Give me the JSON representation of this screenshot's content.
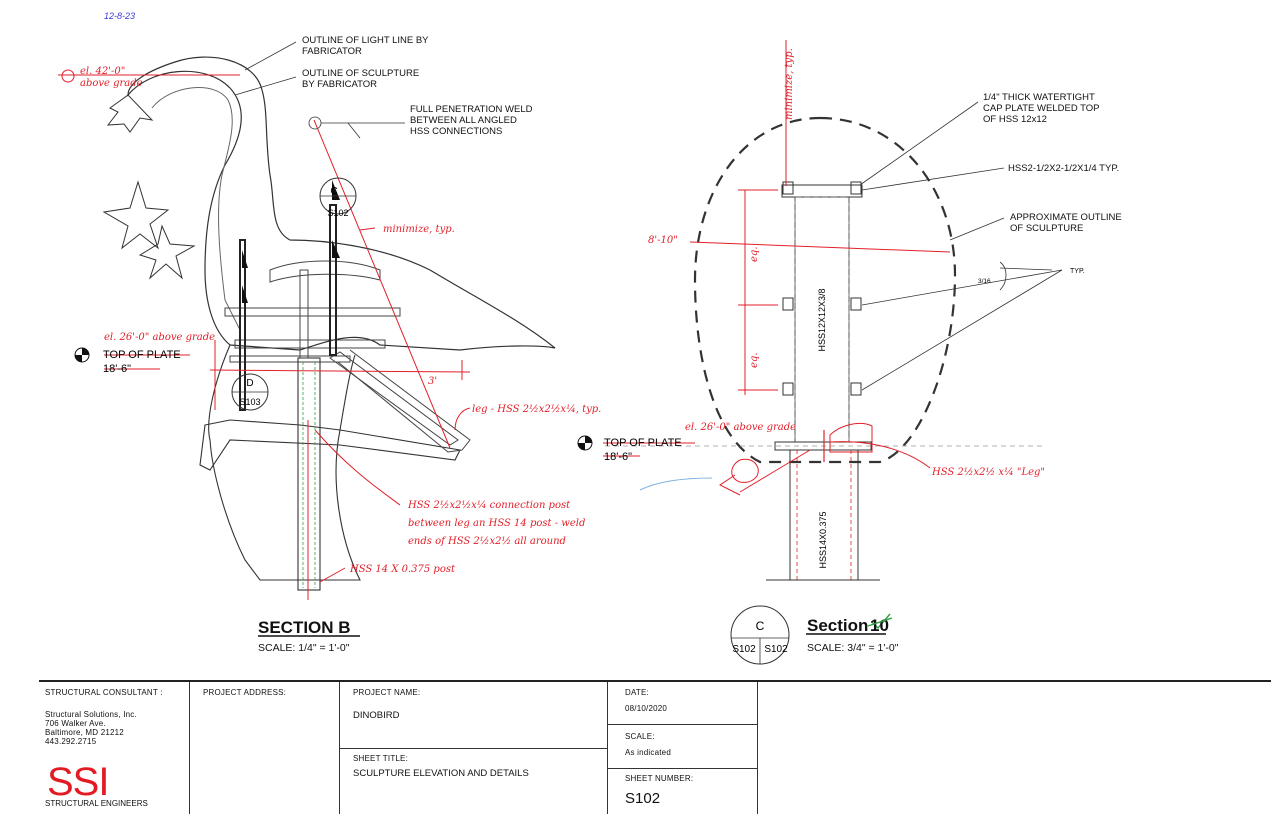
{
  "corner_mark": "12-8-23",
  "section_b": {
    "notes": {
      "light_line": [
        "OUTLINE OF LIGHT LINE BY",
        "FABRICATOR"
      ],
      "sculpture": [
        "OUTLINE OF SCULPTURE",
        "BY FABRICATOR"
      ],
      "weld": [
        "FULL PENETRATION WELD",
        "BETWEEN ALL ANGLED",
        "HSS CONNECTIONS"
      ]
    },
    "marker_c": {
      "letter": "C",
      "sheet": "S102"
    },
    "marker_d": {
      "letter": "D",
      "sheet": "S103"
    },
    "top_of_plate": "TOP OF PLATE",
    "top_of_plate_elev": "18'-6\"",
    "handwritten": {
      "el_top": [
        "el. 42'-0\"",
        "above grade"
      ],
      "minimize": "minimize, typ.",
      "el_mid": "el. 26'-0\" above grade",
      "three_ft": "3'",
      "leg": "leg - HSS 2½x2½x¼, typ.",
      "post": [
        "HSS 2½x2½x¼ connection post",
        "between leg an HSS 14 post - weld",
        "ends of HSS 2½x2½ all around"
      ],
      "hss14": "HSS 14 X 0.375 post"
    },
    "title": "SECTION B",
    "scale": "SCALE:  1/4\" = 1'-0\""
  },
  "section_10": {
    "notes": {
      "cap": [
        "1/4\" THICK WATERTIGHT",
        "CAP PLATE WELDED TOP",
        "OF HSS 12x12"
      ],
      "hss2": "HSS2-1/2X2-1/2X1/4  TYP.",
      "approx": [
        "APPROXIMATE OUTLINE",
        "OF SCULPTURE"
      ],
      "typ": "TYP.",
      "weld_size": "3/16"
    },
    "hss12_label": "HSS12X12X3/8",
    "hss14_label": "HSS14X0.375",
    "top_of_plate": "TOP OF PLATE",
    "top_of_plate_elev": "18'-6\"",
    "handwritten": {
      "minimize": "minimize, typ.",
      "eight_ft": "8'-10\"",
      "eq1": "eq.",
      "eq2": "eq.",
      "el": [
        "el. 26'-0\" above grade"
      ],
      "leg": "HSS 2½x2½ x¼ \"Leg\""
    },
    "marker": {
      "letter": "C",
      "sheet_left": "S102",
      "sheet_right": "S102"
    },
    "title_prefix": "Section",
    "title_num": "10",
    "scale": "SCALE:  3/4\" = 1'-0\""
  },
  "title_block": {
    "consultant_label": "STRUCTURAL CONSULTANT :",
    "consultant_lines": [
      "Structural Solutions, Inc.",
      "706 Walker Ave.",
      "Baltimore, MD 21212",
      "443.292.2715"
    ],
    "logo": "SSI",
    "logo_sub": "STRUCTURAL ENGINEERS",
    "address_label": "PROJECT ADDRESS:",
    "project_label": "PROJECT NAME:",
    "project_name": "DINOBIRD",
    "sheet_title_label": "SHEET TITLE:",
    "sheet_title": "SCULPTURE ELEVATION AND DETAILS",
    "date_label": "DATE:",
    "date": "08/10/2020",
    "scale_label": "SCALE:",
    "scale": "As indicated",
    "sheet_number_label": "SHEET NUMBER:",
    "sheet_number": "S102"
  },
  "colors": {
    "ink": "#111111",
    "markup": "#e2202a",
    "green": "#2ea043",
    "blue": "#3b3bd6"
  }
}
